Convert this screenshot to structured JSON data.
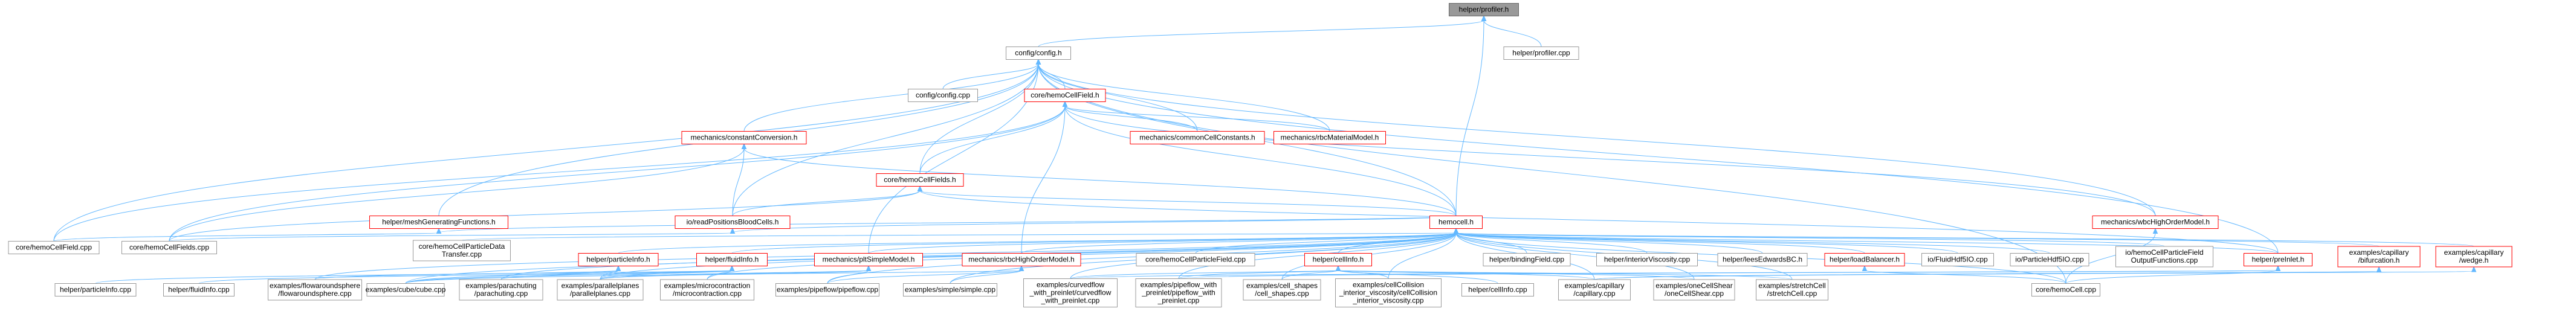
{
  "nodes": [
    {
      "id": "profiler_h",
      "lines": [
        "helper/profiler.h"
      ],
      "style": "grey"
    },
    {
      "id": "config_h",
      "lines": [
        "config/config.h"
      ],
      "style": "normal"
    },
    {
      "id": "profiler_cpp",
      "lines": [
        "helper/profiler.cpp"
      ],
      "style": "normal"
    },
    {
      "id": "config_cpp",
      "lines": [
        "config/config.cpp"
      ],
      "style": "normal"
    },
    {
      "id": "hemoCellField_h",
      "lines": [
        "core/hemoCellField.h"
      ],
      "style": "red"
    },
    {
      "id": "constantConversion_h",
      "lines": [
        "mechanics/constantConversion.h"
      ],
      "style": "red"
    },
    {
      "id": "commonCellConstants_h",
      "lines": [
        "mechanics/commonCellConstants.h"
      ],
      "style": "red"
    },
    {
      "id": "rbcMaterialModel_h",
      "lines": [
        "mechanics/rbcMaterialModel.h"
      ],
      "style": "red"
    },
    {
      "id": "hemoCellFields_h",
      "lines": [
        "core/hemoCellFields.h"
      ],
      "style": "red"
    },
    {
      "id": "meshGeneratingFunctions_h",
      "lines": [
        "helper/meshGeneratingFunctions.h"
      ],
      "style": "red"
    },
    {
      "id": "readPositionsBloodCells_h",
      "lines": [
        "io/readPositionsBloodCells.h"
      ],
      "style": "red"
    },
    {
      "id": "wbcHighOrderModel_h",
      "lines": [
        "mechanics/wbcHighOrderModel.h"
      ],
      "style": "red"
    },
    {
      "id": "hemocell_h",
      "lines": [
        "hemocell.h"
      ],
      "style": "red"
    },
    {
      "id": "hemoCellField_cpp",
      "lines": [
        "core/hemoCellField.cpp"
      ],
      "style": "normal"
    },
    {
      "id": "hemoCellFields_cpp",
      "lines": [
        "core/hemoCellFields.cpp"
      ],
      "style": "normal"
    },
    {
      "id": "hemoCellParticleDataTransfer_cpp",
      "lines": [
        "core/hemoCellParticleData",
        "Transfer.cpp"
      ],
      "style": "normal"
    },
    {
      "id": "particleInfo_h",
      "lines": [
        "helper/particleInfo.h"
      ],
      "style": "red"
    },
    {
      "id": "fluidInfo_h",
      "lines": [
        "helper/fluidInfo.h"
      ],
      "style": "red"
    },
    {
      "id": "pltSimpleModel_h",
      "lines": [
        "mechanics/pltSimpleModel.h"
      ],
      "style": "red"
    },
    {
      "id": "rbcHighOrderModel_h",
      "lines": [
        "mechanics/rbcHighOrderModel.h"
      ],
      "style": "red"
    },
    {
      "id": "hemoCellParticleField_cpp",
      "lines": [
        "core/hemoCellParticleField.cpp"
      ],
      "style": "normal"
    },
    {
      "id": "cellInfo_h",
      "lines": [
        "helper/cellInfo.h"
      ],
      "style": "red"
    },
    {
      "id": "bindingField_cpp",
      "lines": [
        "helper/bindingField.cpp"
      ],
      "style": "normal"
    },
    {
      "id": "interiorViscosity_cpp",
      "lines": [
        "helper/interiorViscosity.cpp"
      ],
      "style": "normal"
    },
    {
      "id": "leesEdwardsBC_h",
      "lines": [
        "helper/leesEdwardsBC.h"
      ],
      "style": "normal"
    },
    {
      "id": "loadBalancer_h",
      "lines": [
        "helper/loadBalancer.h"
      ],
      "style": "red"
    },
    {
      "id": "FluidHdf5IO_cpp",
      "lines": [
        "io/FluidHdf5IO.cpp"
      ],
      "style": "normal"
    },
    {
      "id": "ParticleHdf5IO_cpp",
      "lines": [
        "io/ParticleHdf5IO.cpp"
      ],
      "style": "normal"
    },
    {
      "id": "hemoCellFieldOutputFunctions_cpp",
      "lines": [
        "io/hemoCellParticleField",
        "OutputFunctions.cpp"
      ],
      "style": "normal"
    },
    {
      "id": "preInlet_h",
      "lines": [
        "helper/preInlet.h"
      ],
      "style": "red"
    },
    {
      "id": "capillary_bifurcation_h",
      "lines": [
        "examples/capillary",
        "/bifurcation.h"
      ],
      "style": "red"
    },
    {
      "id": "capillary_wedge_h",
      "lines": [
        "examples/capillary",
        "/wedge.h"
      ],
      "style": "red"
    },
    {
      "id": "particleInfo_cpp",
      "lines": [
        "helper/particleInfo.cpp"
      ],
      "style": "normal"
    },
    {
      "id": "fluidInfo_cpp",
      "lines": [
        "helper/fluidInfo.cpp"
      ],
      "style": "normal"
    },
    {
      "id": "flowaroundsphere_cpp",
      "lines": [
        "examples/flowaroundsphere",
        "/flowaroundsphere.cpp"
      ],
      "style": "normal"
    },
    {
      "id": "cube_cpp",
      "lines": [
        "examples/cube/cube.cpp"
      ],
      "style": "normal"
    },
    {
      "id": "parachuting_cpp",
      "lines": [
        "examples/parachuting",
        "/parachuting.cpp"
      ],
      "style": "normal"
    },
    {
      "id": "parallelplanes_cpp",
      "lines": [
        "examples/parallelplanes",
        "/parallelplanes.cpp"
      ],
      "style": "normal"
    },
    {
      "id": "microcontraction_cpp",
      "lines": [
        "examples/microcontraction",
        "/microcontraction.cpp"
      ],
      "style": "normal"
    },
    {
      "id": "pipeflow_cpp",
      "lines": [
        "examples/pipeflow/pipeflow.cpp"
      ],
      "style": "normal"
    },
    {
      "id": "simple_cpp",
      "lines": [
        "examples/simple/simple.cpp"
      ],
      "style": "normal"
    },
    {
      "id": "curvedflow_cpp",
      "lines": [
        "examples/curvedflow",
        "_with_preinlet/curvedflow",
        "_with_preinlet.cpp"
      ],
      "style": "normal"
    },
    {
      "id": "pipeflow_preinlet_cpp",
      "lines": [
        "examples/pipeflow_with",
        "_preinlet/pipeflow_with",
        "_preinlet.cpp"
      ],
      "style": "normal"
    },
    {
      "id": "cell_shapes_cpp",
      "lines": [
        "examples/cell_shapes",
        "/cell_shapes.cpp"
      ],
      "style": "normal"
    },
    {
      "id": "cellCollision_cpp",
      "lines": [
        "examples/cellCollision",
        "_interior_viscosity/cellCollision",
        "_interior_viscosity.cpp"
      ],
      "style": "normal"
    },
    {
      "id": "cellInfo_cpp",
      "lines": [
        "helper/cellInfo.cpp"
      ],
      "style": "normal"
    },
    {
      "id": "capillary_cpp",
      "lines": [
        "examples/capillary",
        "/capillary.cpp"
      ],
      "style": "normal"
    },
    {
      "id": "oneCellShear_cpp",
      "lines": [
        "examples/oneCellShear",
        "/oneCellShear.cpp"
      ],
      "style": "normal"
    },
    {
      "id": "stretchCell_cpp",
      "lines": [
        "examples/stretchCell",
        "/stretchCell.cpp"
      ],
      "style": "normal"
    },
    {
      "id": "hemoCell_cpp",
      "lines": [
        "core/hemoCell.cpp"
      ],
      "style": "normal"
    }
  ],
  "edges": [
    [
      "profiler_h",
      "config_h"
    ],
    [
      "profiler_h",
      "profiler_cpp"
    ],
    [
      "profiler_h",
      "hemocell_h"
    ],
    [
      "config_h",
      "config_cpp"
    ],
    [
      "config_h",
      "hemoCellField_h"
    ],
    [
      "config_h",
      "constantConversion_h"
    ],
    [
      "config_h",
      "commonCellConstants_h"
    ],
    [
      "config_h",
      "rbcMaterialModel_h"
    ],
    [
      "config_h",
      "hemoCellFields_h"
    ],
    [
      "config_h",
      "meshGeneratingFunctions_h"
    ],
    [
      "config_h",
      "readPositionsBloodCells_h"
    ],
    [
      "config_h",
      "wbcHighOrderModel_h"
    ],
    [
      "config_h",
      "hemocell_h"
    ],
    [
      "config_h",
      "hemoCellField_cpp"
    ],
    [
      "config_h",
      "pltSimpleModel_h"
    ],
    [
      "config_h",
      "preInlet_h"
    ],
    [
      "config_h",
      "hemoCell_cpp"
    ],
    [
      "hemoCellField_h",
      "hemoCellFields_h"
    ],
    [
      "hemoCellField_h",
      "commonCellConstants_h"
    ],
    [
      "hemoCellField_h",
      "rbcMaterialModel_h"
    ],
    [
      "hemoCellField_h",
      "hemocell_h"
    ],
    [
      "hemoCellField_h",
      "wbcHighOrderModel_h"
    ],
    [
      "hemoCellField_h",
      "hemoCellField_cpp"
    ],
    [
      "hemoCellField_h",
      "rbcHighOrderModel_h"
    ],
    [
      "hemoCellField_h",
      "hemoCellFields_cpp"
    ],
    [
      "constantConversion_h",
      "readPositionsBloodCells_h"
    ],
    [
      "constantConversion_h",
      "hemocell_h"
    ],
    [
      "constantConversion_h",
      "hemoCellFields_cpp"
    ],
    [
      "hemoCellFields_h",
      "readPositionsBloodCells_h"
    ],
    [
      "hemoCellFields_h",
      "hemocell_h"
    ],
    [
      "hemoCellFields_h",
      "hemoCellFields_cpp"
    ],
    [
      "hemoCellFields_h",
      "preInlet_h"
    ],
    [
      "meshGeneratingFunctions_h",
      "hemocell_h"
    ],
    [
      "meshGeneratingFunctions_h",
      "hemoCellField_cpp"
    ],
    [
      "readPositionsBloodCells_h",
      "hemocell_h"
    ],
    [
      "readPositionsBloodCells_h",
      "hemoCellFields_cpp"
    ],
    [
      "wbcHighOrderModel_h",
      "hemoCell_cpp"
    ],
    [
      "hemocell_h",
      "hemoCellParticleDataTransfer_cpp"
    ],
    [
      "hemocell_h",
      "particleInfo_h"
    ],
    [
      "hemocell_h",
      "fluidInfo_h"
    ],
    [
      "hemocell_h",
      "pltSimpleModel_h"
    ],
    [
      "hemocell_h",
      "rbcHighOrderModel_h"
    ],
    [
      "hemocell_h",
      "hemoCellParticleField_cpp"
    ],
    [
      "hemocell_h",
      "cellInfo_h"
    ],
    [
      "hemocell_h",
      "bindingField_cpp"
    ],
    [
      "hemocell_h",
      "interiorViscosity_cpp"
    ],
    [
      "hemocell_h",
      "leesEdwardsBC_h"
    ],
    [
      "hemocell_h",
      "loadBalancer_h"
    ],
    [
      "hemocell_h",
      "FluidHdf5IO_cpp"
    ],
    [
      "hemocell_h",
      "ParticleHdf5IO_cpp"
    ],
    [
      "hemocell_h",
      "hemoCellFieldOutputFunctions_cpp"
    ],
    [
      "hemocell_h",
      "preInlet_h"
    ],
    [
      "hemocell_h",
      "capillary_bifurcation_h"
    ],
    [
      "hemocell_h",
      "capillary_wedge_h"
    ],
    [
      "hemocell_h",
      "hemoCell_cpp"
    ],
    [
      "hemocell_h",
      "flowaroundsphere_cpp"
    ],
    [
      "hemocell_h",
      "cube_cpp"
    ],
    [
      "hemocell_h",
      "parachuting_cpp"
    ],
    [
      "hemocell_h",
      "parallelplanes_cpp"
    ],
    [
      "hemocell_h",
      "microcontraction_cpp"
    ],
    [
      "hemocell_h",
      "pipeflow_cpp"
    ],
    [
      "hemocell_h",
      "simple_cpp"
    ],
    [
      "hemocell_h",
      "curvedflow_cpp"
    ],
    [
      "hemocell_h",
      "pipeflow_preinlet_cpp"
    ],
    [
      "hemocell_h",
      "cell_shapes_cpp"
    ],
    [
      "hemocell_h",
      "cellCollision_cpp"
    ],
    [
      "hemocell_h",
      "capillary_cpp"
    ],
    [
      "hemocell_h",
      "oneCellShear_cpp"
    ],
    [
      "hemocell_h",
      "stretchCell_cpp"
    ],
    [
      "particleInfo_h",
      "particleInfo_cpp"
    ],
    [
      "particleInfo_h",
      "cube_cpp"
    ],
    [
      "particleInfo_h",
      "parallelplanes_cpp"
    ],
    [
      "fluidInfo_h",
      "fluidInfo_cpp"
    ],
    [
      "fluidInfo_h",
      "flowaroundsphere_cpp"
    ],
    [
      "fluidInfo_h",
      "cube_cpp"
    ],
    [
      "fluidInfo_h",
      "parachuting_cpp"
    ],
    [
      "fluidInfo_h",
      "parallelplanes_cpp"
    ],
    [
      "fluidInfo_h",
      "microcontraction_cpp"
    ],
    [
      "pltSimpleModel_h",
      "cube_cpp"
    ],
    [
      "pltSimpleModel_h",
      "parallelplanes_cpp"
    ],
    [
      "pltSimpleModel_h",
      "pipeflow_cpp"
    ],
    [
      "rbcHighOrderModel_h",
      "simple_cpp"
    ],
    [
      "rbcHighOrderModel_h",
      "parallelplanes_cpp"
    ],
    [
      "rbcHighOrderModel_h",
      "pipeflow_cpp"
    ],
    [
      "cellInfo_h",
      "cellInfo_cpp"
    ],
    [
      "cellInfo_h",
      "curvedflow_cpp"
    ],
    [
      "cellInfo_h",
      "pipeflow_preinlet_cpp"
    ],
    [
      "cellInfo_h",
      "cell_shapes_cpp"
    ],
    [
      "cellInfo_h",
      "cellCollision_cpp"
    ],
    [
      "cellInfo_h",
      "capillary_cpp"
    ],
    [
      "cellInfo_h",
      "oneCellShear_cpp"
    ],
    [
      "cellInfo_h",
      "stretchCell_cpp"
    ],
    [
      "loadBalancer_h",
      "hemoCell_cpp"
    ],
    [
      "preInlet_h",
      "curvedflow_cpp"
    ],
    [
      "preInlet_h",
      "pipeflow_preinlet_cpp"
    ],
    [
      "preInlet_h",
      "hemoCell_cpp"
    ],
    [
      "capillary_bifurcation_h",
      "capillary_cpp"
    ],
    [
      "capillary_wedge_h",
      "capillary_cpp"
    ]
  ]
}
